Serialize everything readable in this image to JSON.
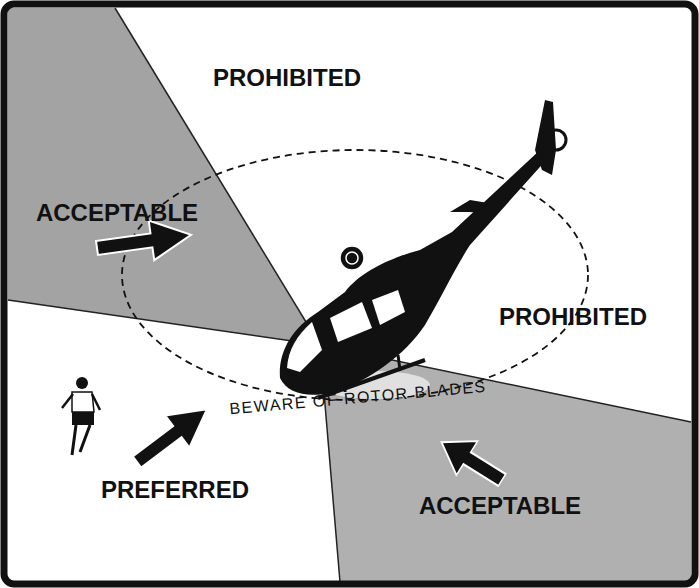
{
  "diagram": {
    "labels": [
      "PROHIBITED",
      "ACCEPTABLE",
      "PROHIBITED",
      "BEWARE OF ROTOR BLADES",
      "PREFERRED",
      "ACCEPTABLE"
    ]
  }
}
